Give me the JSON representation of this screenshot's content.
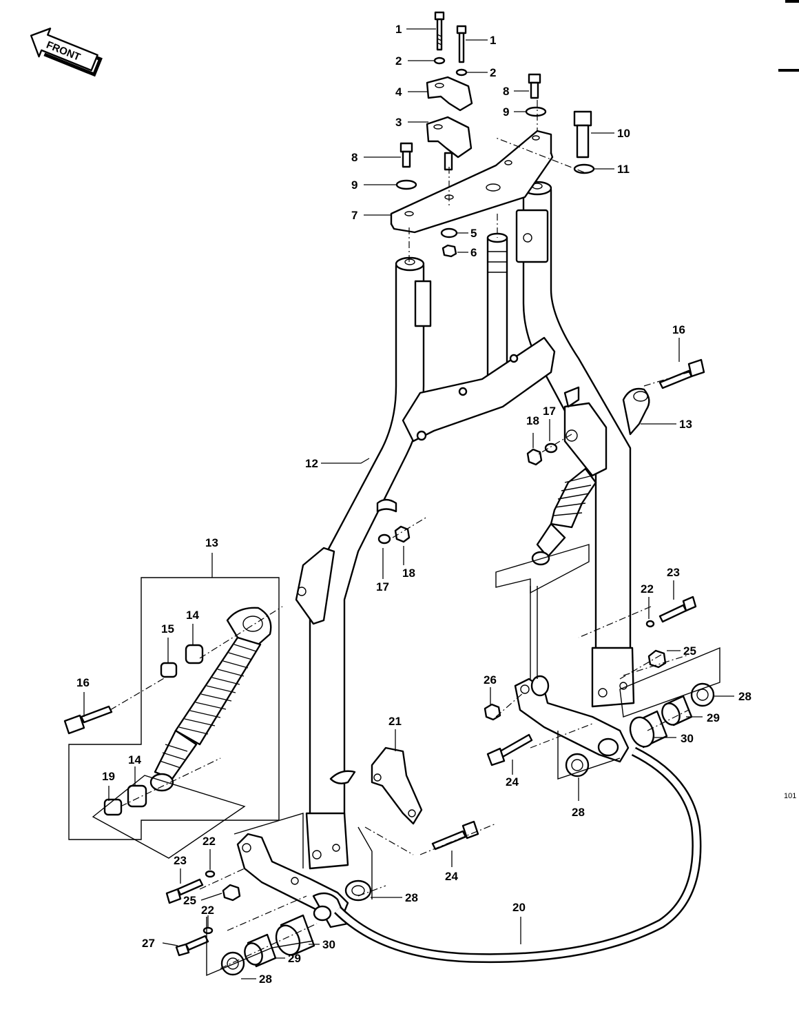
{
  "front_label": "FRONT",
  "page_number": "101",
  "labels": {
    "l1a": "1",
    "l1b": "1",
    "l2a": "2",
    "l2b": "2",
    "l3": "3",
    "l4": "4",
    "l5": "5",
    "l6": "6",
    "l7": "7",
    "l8a": "8",
    "l8b": "8",
    "l9a": "9",
    "l9b": "9",
    "l10": "10",
    "l11": "11",
    "l12": "12",
    "l13a": "13",
    "l13b": "13",
    "l14a": "14",
    "l14b": "14",
    "l15": "15",
    "l16a": "16",
    "l16b": "16",
    "l17a": "17",
    "l17b": "17",
    "l18a": "18",
    "l18b": "18",
    "l19": "19",
    "l20": "20",
    "l21": "21",
    "l22a": "22",
    "l22b": "22",
    "l22c": "22",
    "l23a": "23",
    "l23b": "23",
    "l24a": "24",
    "l24b": "24",
    "l25a": "25",
    "l25b": "25",
    "l26": "26",
    "l27": "27",
    "l28a": "28",
    "l28b": "28",
    "l28c": "28",
    "l28d": "28",
    "l29a": "29",
    "l29b": "29",
    "l30a": "30",
    "l30b": "30"
  }
}
